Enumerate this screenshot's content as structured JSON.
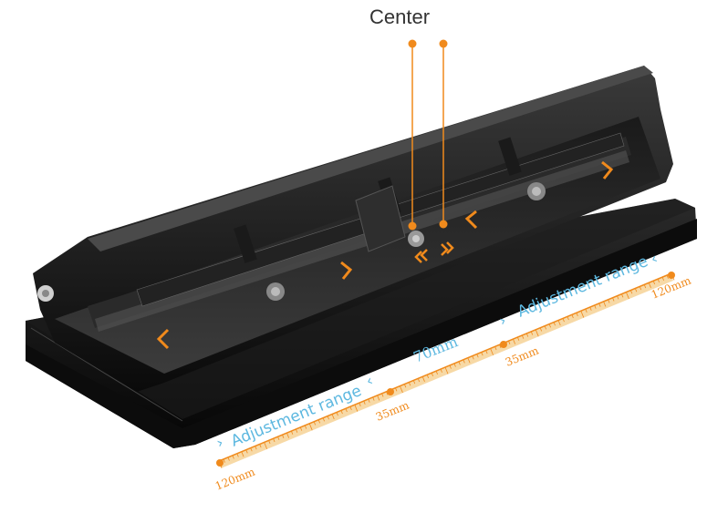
{
  "center_label": "Center",
  "annotations": {
    "adjustment_range_left": "Adjustment range",
    "adjustment_range_right": "Adjustment range",
    "seventy_mm": "70mm",
    "thirty_five_left": "35mm",
    "thirty_five_right": "35mm",
    "one_twenty_left": "120mm",
    "one_twenty_right": "120mm"
  },
  "colors": {
    "accent_orange": "#f08a1c",
    "ruler_fill": "#f7d9a6",
    "annotation_blue": "#5db8e0",
    "device_black": "#111111"
  },
  "icons": [
    "left-chevron-icon",
    "right-chevron-icon",
    "double-chevron-left-icon",
    "double-chevron-right-icon"
  ]
}
